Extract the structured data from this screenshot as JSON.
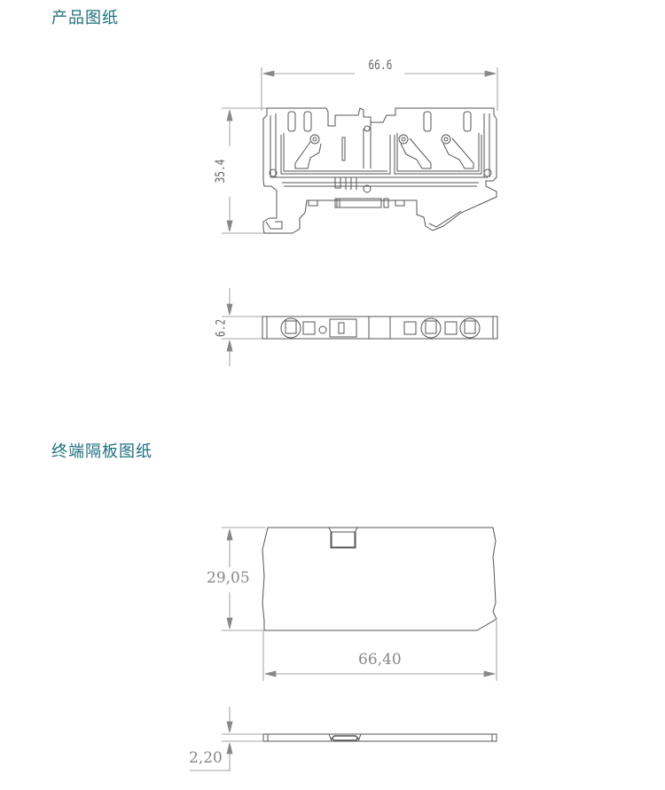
{
  "sections": [
    {
      "title": "产品图纸"
    },
    {
      "title": "终端隔板图纸"
    }
  ],
  "product_drawing": {
    "width_dim": "66.6",
    "height_dim": "35.4",
    "thickness_dim": "6.2"
  },
  "end_plate_drawing": {
    "height_dim": "29,05",
    "width_dim": "66,40",
    "thickness_dim": "2,20"
  },
  "colors": {
    "title": "#1f6f7e",
    "line": "#555555",
    "dim": "#888888"
  }
}
